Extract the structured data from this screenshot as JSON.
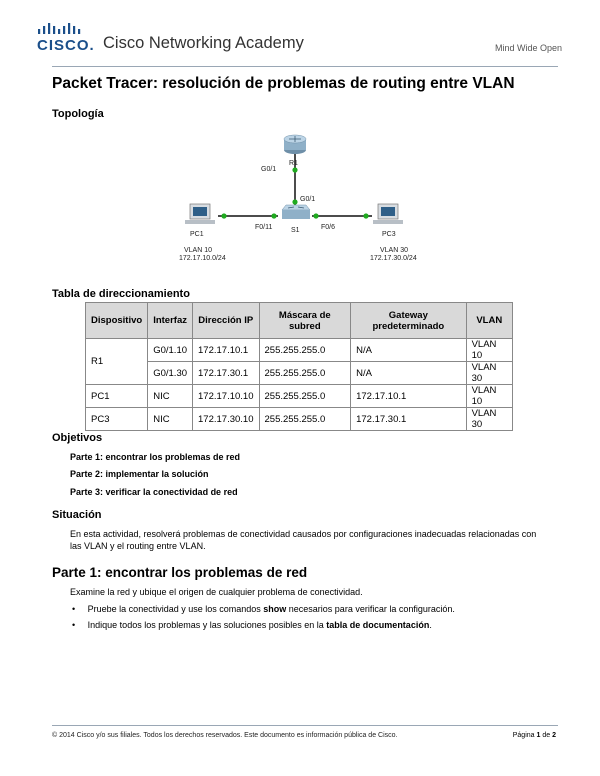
{
  "header": {
    "brand": "CISCO.",
    "academy": "Cisco Networking Academy",
    "tagline": "Mind Wide Open"
  },
  "title": "Packet Tracer: resolución de problemas de routing entre VLAN",
  "topology": {
    "heading": "Topología",
    "labels": {
      "r1": "R1",
      "r1_port": "G0/1",
      "s1": "S1",
      "s1_port_left": "F0/11",
      "s1_port_right": "F0/6",
      "g01": "G0/1",
      "pc1": "PC1",
      "pc1_vlan": "VLAN 10",
      "pc1_net": "172.17.10.0/24",
      "pc3": "PC3",
      "pc3_vlan": "VLAN 30",
      "pc3_net": "172.17.30.0/24"
    }
  },
  "addressing": {
    "heading": "Tabla de direccionamiento",
    "headers": [
      "Dispositivo",
      "Interfaz",
      "Dirección IP",
      "Máscara de subred",
      "Gateway predeterminado",
      "VLAN"
    ],
    "rows": [
      [
        "R1",
        "G0/1.10",
        "172.17.10.1",
        "255.255.255.0",
        "N/A",
        "VLAN 10"
      ],
      [
        "",
        "G0/1.30",
        "172.17.30.1",
        "255.255.255.0",
        "N/A",
        "VLAN 30"
      ],
      [
        "PC1",
        "NIC",
        "172.17.10.10",
        "255.255.255.0",
        "172.17.10.1",
        "VLAN 10"
      ],
      [
        "PC3",
        "NIC",
        "172.17.30.10",
        "255.255.255.0",
        "172.17.30.1",
        "VLAN 30"
      ]
    ]
  },
  "objectives": {
    "heading": "Objetivos",
    "parts": [
      "Parte 1: encontrar los problemas de red",
      "Parte 2: implementar la solución",
      "Parte 3: verificar la conectividad de red"
    ]
  },
  "situation": {
    "heading": "Situación",
    "text": "En esta actividad, resolverá problemas de conectividad causados por configuraciones inadecuadas relacionadas con las VLAN y el routing entre VLAN."
  },
  "part1": {
    "heading": "Parte 1:  encontrar los problemas de red",
    "intro": "Examine la red y ubique el origen de cualquier problema de conectividad.",
    "bullet1_a": "Pruebe la conectividad y use los comandos ",
    "bullet1_b": "show",
    "bullet1_c": " necesarios para verificar la configuración.",
    "bullet2_a": "Indique todos los problemas y las soluciones posibles en la ",
    "bullet2_b": "tabla de documentación",
    "bullet2_c": "."
  },
  "footer": {
    "text": "© 2014 Cisco y/o sus filiales. Todos los derechos reservados. Este documento es información pública de Cisco.",
    "page_label": "Página ",
    "page_num": "1",
    "page_of": " de ",
    "page_total": "2"
  },
  "colors": {
    "cisco_blue": "#1b4f8a",
    "link_green": "#1faa1f"
  }
}
